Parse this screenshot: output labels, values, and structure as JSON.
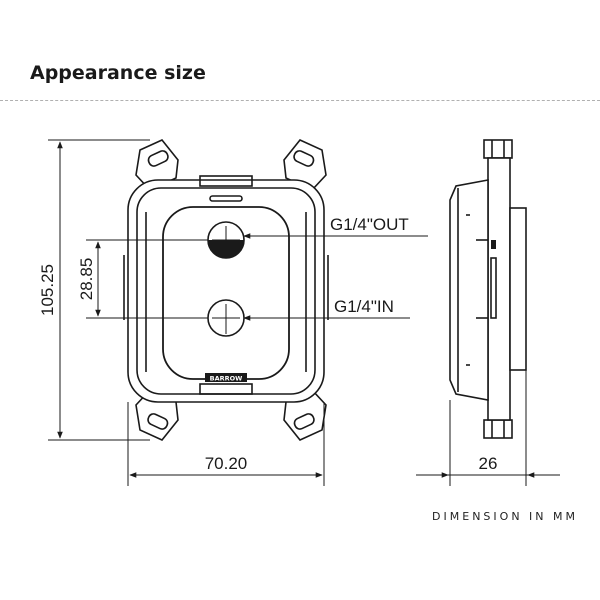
{
  "header": {
    "title": "Appearance size"
  },
  "dimensions": {
    "height_total": "105.25",
    "port_spacing": "28.85",
    "width": "70.20",
    "depth": "26"
  },
  "ports": {
    "outlet": "G1/4\"OUT",
    "inlet": "G1/4\"IN"
  },
  "logo_text": "BARROW",
  "footer": {
    "note": "DIMENSION IN MM"
  },
  "colors": {
    "line": "#1a1a1a",
    "divider": "#b0b0b0"
  }
}
